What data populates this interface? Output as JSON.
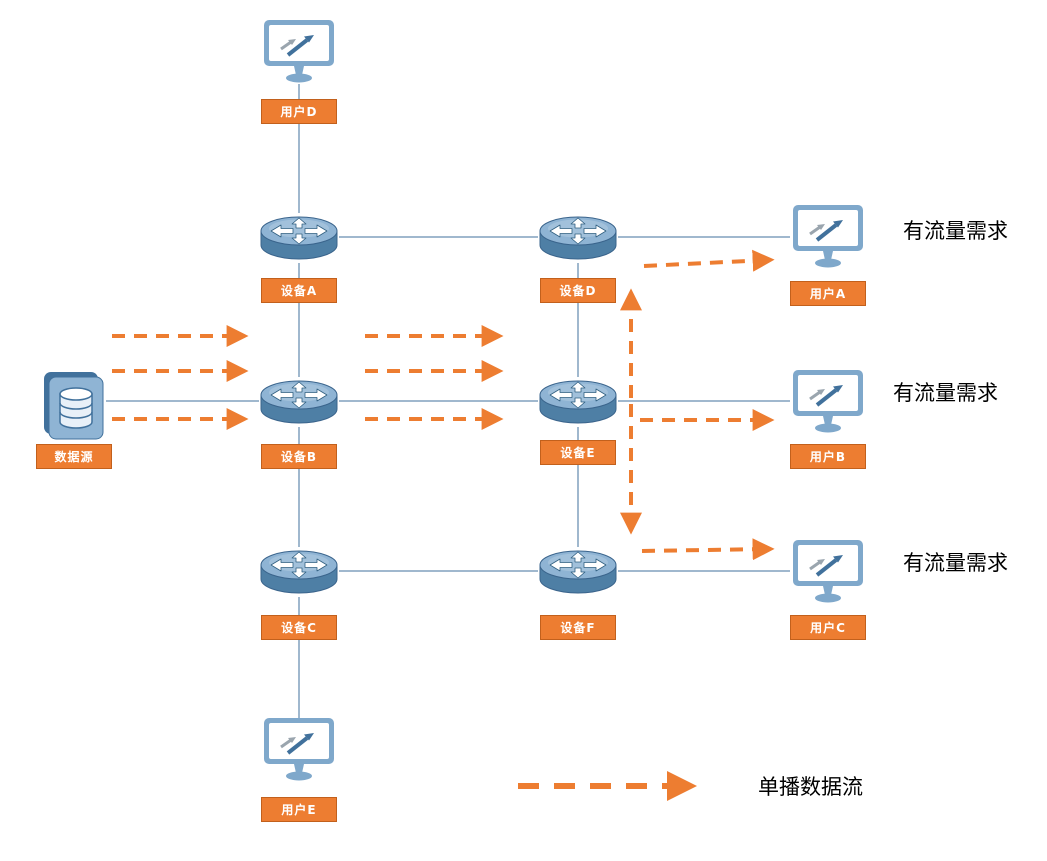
{
  "diagram": {
    "nodes": {
      "source": {
        "label": "数据源",
        "type": "database"
      },
      "deviceA": {
        "label": "设备A",
        "type": "router"
      },
      "deviceB": {
        "label": "设备B",
        "type": "router"
      },
      "deviceC": {
        "label": "设备C",
        "type": "router"
      },
      "deviceD": {
        "label": "设备D",
        "type": "router"
      },
      "deviceE": {
        "label": "设备E",
        "type": "router"
      },
      "deviceF": {
        "label": "设备F",
        "type": "router"
      },
      "userA": {
        "label": "用户A",
        "type": "monitor"
      },
      "userB": {
        "label": "用户B",
        "type": "monitor"
      },
      "userC": {
        "label": "用户C",
        "type": "monitor"
      },
      "userD": {
        "label": "用户D",
        "type": "monitor"
      },
      "userE": {
        "label": "用户E",
        "type": "monitor"
      }
    },
    "annotations": [
      {
        "text": "有流量需求"
      },
      {
        "text": "有流量需求"
      },
      {
        "text": "有流量需求"
      }
    ],
    "legend": {
      "label": "单播数据流"
    },
    "colors": {
      "accent_orange": "#ED7D31",
      "line_blue": "#41719C",
      "icon_blue": "#7FA8CB"
    }
  }
}
